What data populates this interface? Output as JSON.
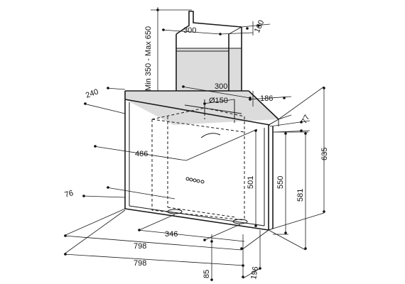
{
  "labels": {
    "chimney_width": "300",
    "chimney_depth": "160",
    "chimney_height": "Min  350 - Max  650",
    "hood_top_width": "300",
    "duct_diameter": "Ø150",
    "top_side_depth": "186",
    "left_offset": "240",
    "glass_offset": "77",
    "inner_width": "486",
    "control_height": "501",
    "front_height": "550",
    "side_height": "581",
    "total_height": "635",
    "bottom_offset": "76",
    "inner_bottom_width": "346",
    "bottom_width_upper": "798",
    "bottom_width_lower": "798",
    "base_height": "85",
    "base_depth": "196"
  }
}
